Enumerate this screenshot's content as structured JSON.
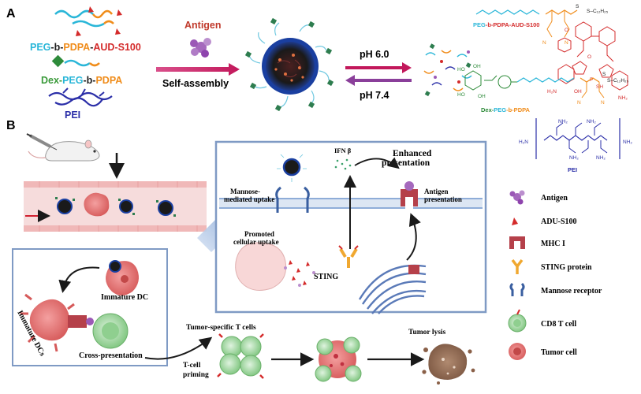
{
  "panel_a": {
    "label": "A",
    "component_peg": "PEG",
    "component_sep1": "-b-",
    "component_pdpa": "PDPA",
    "component_sep2": "-",
    "component_aud": "AUD-S100",
    "component_dex": "Dex-",
    "component_dex_peg": "PEG",
    "component_dex_sep": "-b-",
    "component_dex_pdpa": "PDPA",
    "component_pei": "PEI",
    "antigen_label": "Antigen",
    "self_assembly_label": "Self-assembly",
    "ph_acid": "pH 6.0",
    "ph_neutral": "pH 7.4",
    "struct1_name_peg": "PEG",
    "struct1_name_rest": "-b-PDPA-AUD-S100",
    "struct2_name_dex": "Dex-",
    "struct2_name_peg": "PEG",
    "struct2_name_rest": "-b-PDPA",
    "struct3_name": "PEI",
    "chem_s": "S",
    "chem_sc": "S–C₁₂H₂₅",
    "chem_nh2": "NH₂",
    "chem_h2n": "H₂N",
    "chem_oh": "OH",
    "chem_ho": "HO",
    "chem_sh": "SH",
    "chem_n": "N",
    "chem_o": "O",
    "chem_p": "P"
  },
  "panel_b": {
    "label": "B",
    "inset_title_line1": "Enhanced",
    "inset_title_line2": "presentation",
    "ifn_label": "IFN β",
    "mannose_line1": "Mannose-",
    "mannose_line2": "mediated uptake",
    "antigen_pres_line1": "Antigen",
    "antigen_pres_line2": "presentation",
    "promoted_line1": "Promoted",
    "promoted_line2": "cellular uptake",
    "sting_label": "STING",
    "immature_dc": "Immature DC",
    "immature_dcs": "Immature DCs",
    "cross_presentation": "Cross-presentation",
    "tumor_t_cells": "Tumor-specific T cells",
    "t_cell_priming_line1": "T-cell",
    "t_cell_priming_line2": "priming",
    "tumor_lysis": "Tumor lysis"
  },
  "legend": {
    "items": [
      {
        "label": "Antigen",
        "icon": "antigen-icon"
      },
      {
        "label": "ADU-S100",
        "icon": "adu-s100-icon"
      },
      {
        "label": "MHC I",
        "icon": "mhc-i-icon"
      },
      {
        "label": "STING protein",
        "icon": "sting-protein-icon"
      },
      {
        "label": "Mannose receptor",
        "icon": "mannose-receptor-icon"
      },
      {
        "label": "CD8 T cell",
        "icon": "cd8-t-cell-icon"
      },
      {
        "label": "Tumor cell",
        "icon": "tumor-cell-icon"
      }
    ]
  },
  "colors": {
    "peg": "#29b6d8",
    "pdpa": "#f08c1a",
    "aud": "#d42b2b",
    "dex": "#3a9a3a",
    "pei": "#2b2fa8",
    "antigen": "#9b59b6",
    "mhc": "#b5404a",
    "sting": "#f0a830",
    "mannose": "#3a5fa0",
    "tcell": "#8fcf8f",
    "tumor": "#e06060",
    "panel_border": "#7f9ac4",
    "membrane": "#9fb8d8"
  }
}
